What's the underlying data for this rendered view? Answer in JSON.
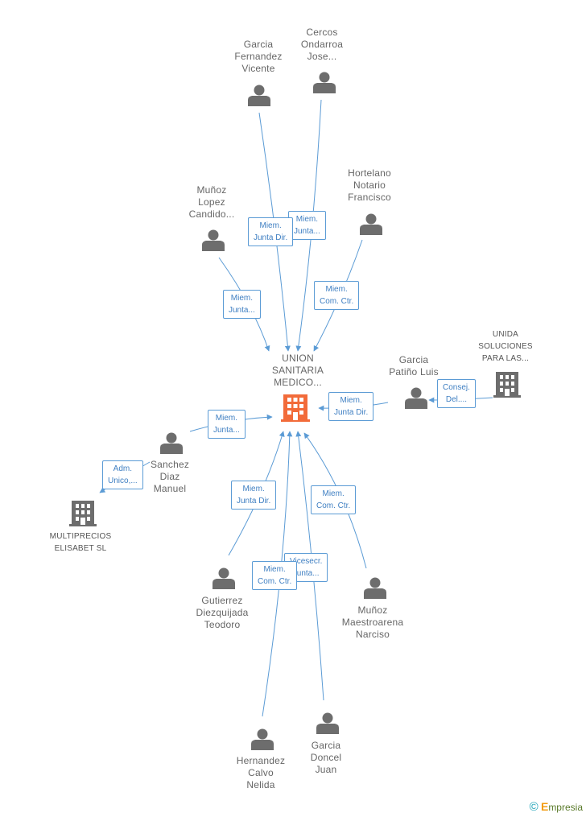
{
  "colors": {
    "edge": "#5b9bd5",
    "person": "#6d6d6d",
    "company": "#6d6d6d",
    "focus": "#f26b3a"
  },
  "center": {
    "label": [
      "UNION",
      "SANITARIA",
      "MEDICO..."
    ]
  },
  "people": [
    {
      "id": "p1",
      "label": [
        "Garcia",
        "Fernandez",
        "Vicente"
      ]
    },
    {
      "id": "p2",
      "label": [
        "Cercos",
        "Ondarroa",
        "Jose..."
      ]
    },
    {
      "id": "p3",
      "label": [
        "Hortelano",
        "Notario",
        "Francisco"
      ]
    },
    {
      "id": "p4",
      "label": [
        "Muñoz",
        "Lopez",
        "Candido..."
      ]
    },
    {
      "id": "p5",
      "label": [
        "Garcia",
        "Patiño Luis"
      ]
    },
    {
      "id": "p6",
      "label": [
        "Sanchez",
        "Diaz",
        "Manuel"
      ]
    },
    {
      "id": "p7",
      "label": [
        "Gutierrez",
        "Diezquijada",
        "Teodoro"
      ]
    },
    {
      "id": "p8",
      "label": [
        "Muñoz",
        "Maestroarena",
        "Narciso"
      ]
    },
    {
      "id": "p9",
      "label": [
        "Hernandez",
        "Calvo",
        "Nelida"
      ]
    },
    {
      "id": "p10",
      "label": [
        "Garcia",
        "Doncel",
        "Juan"
      ]
    }
  ],
  "companies": [
    {
      "id": "c1",
      "label": [
        "UNIDA",
        "SOLUCIONES",
        "PARA LAS..."
      ]
    },
    {
      "id": "c2",
      "label": [
        "MULTIPRECIOS",
        "ELISABET SL"
      ]
    }
  ],
  "edges": [
    {
      "id": "e1",
      "label": [
        "Miem.",
        "Junta Dir."
      ]
    },
    {
      "id": "e2",
      "label": [
        "Miem.",
        "Junta..."
      ]
    },
    {
      "id": "e3",
      "label": [
        "Miem.",
        "Com. Ctr."
      ]
    },
    {
      "id": "e4",
      "label": [
        "Miem.",
        "Junta..."
      ]
    },
    {
      "id": "e5",
      "label": [
        "Miem.",
        "Junta Dir."
      ]
    },
    {
      "id": "e6",
      "label": [
        "Consej.",
        "Del...."
      ]
    },
    {
      "id": "e7",
      "label": [
        "Miem.",
        "Junta..."
      ]
    },
    {
      "id": "e8",
      "label": [
        "Adm.",
        "Unico,..."
      ]
    },
    {
      "id": "e9",
      "label": [
        "Miem.",
        "Junta Dir."
      ]
    },
    {
      "id": "e10",
      "label": [
        "Miem.",
        "Com. Ctr."
      ]
    },
    {
      "id": "e11",
      "label": [
        "Vicesecr.",
        "Junta..."
      ]
    },
    {
      "id": "e12",
      "label": [
        "Miem.",
        "Com. Ctr."
      ]
    }
  ],
  "brand": {
    "symbol": "©",
    "initial": "E",
    "rest": "mpresia"
  }
}
